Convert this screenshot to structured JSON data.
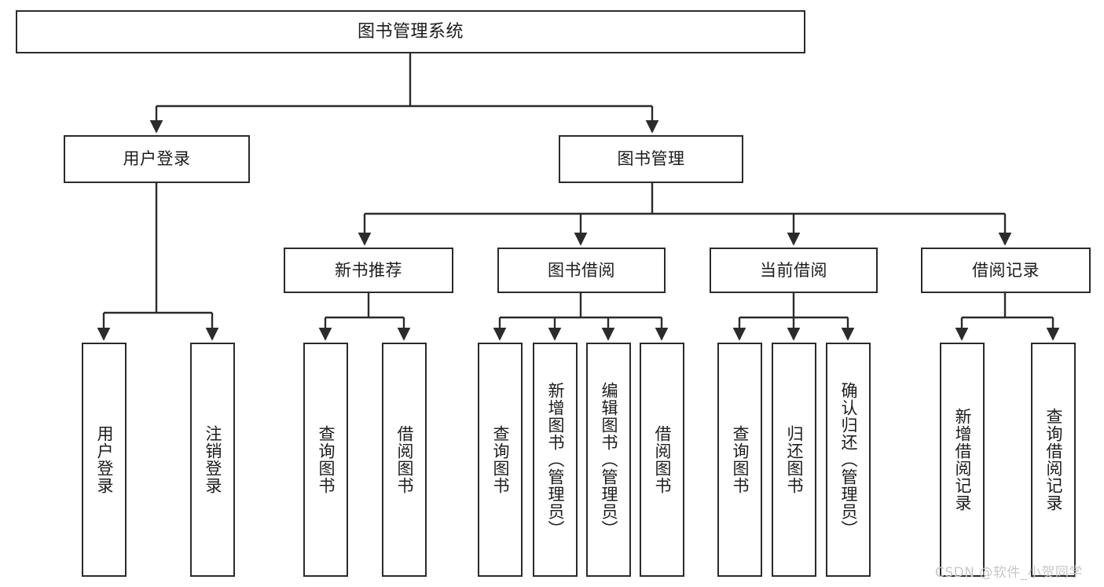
{
  "diagram": {
    "title": "图书管理系统",
    "root": {
      "label": "图书管理系统"
    },
    "level2": [
      {
        "label": "用户登录"
      },
      {
        "label": "图书管理"
      }
    ],
    "level3": [
      {
        "label": "新书推荐"
      },
      {
        "label": "图书借阅"
      },
      {
        "label": "当前借阅"
      },
      {
        "label": "借阅记录"
      }
    ],
    "leaves": {
      "user_login": [
        {
          "label": "用户登录"
        },
        {
          "label": "注销登录"
        }
      ],
      "new_book_recommend": [
        {
          "label": "查询图书"
        },
        {
          "label": "借阅图书"
        }
      ],
      "book_borrow": [
        {
          "label": "查询图书"
        },
        {
          "label": "新增图书（管理员）"
        },
        {
          "label": "编辑图书（管理员）"
        },
        {
          "label": "借阅图书"
        }
      ],
      "current_borrow": [
        {
          "label": "查询图书"
        },
        {
          "label": "归还图书"
        },
        {
          "label": "确认归还（管理员）"
        }
      ],
      "borrow_record": [
        {
          "label": "新增借阅记录"
        },
        {
          "label": "查询借阅记录"
        }
      ]
    }
  },
  "watermark": {
    "text": "CSDN @软件_小贺同学"
  },
  "colors": {
    "border": "#2b2b2b",
    "text": "#1c1c1c",
    "background": "#ffffff",
    "watermark": "#c8c8c8"
  }
}
